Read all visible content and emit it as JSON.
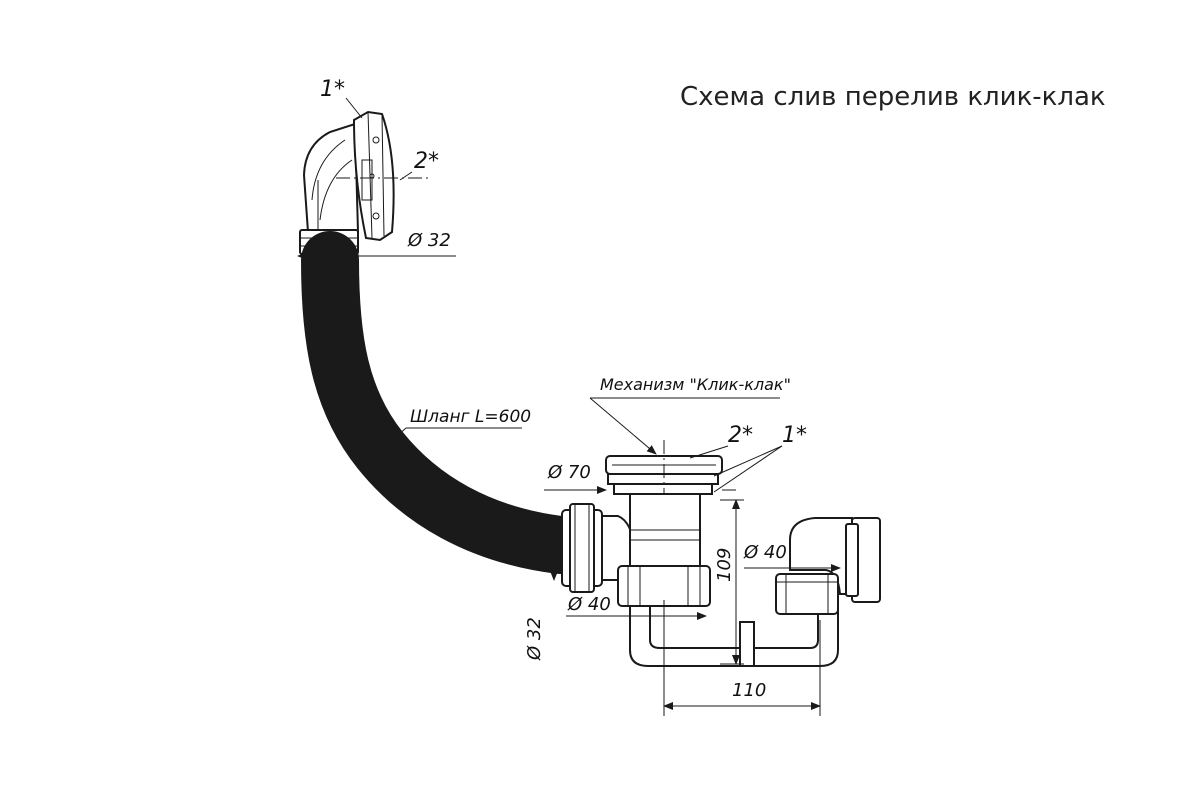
{
  "title": "Схема слив перелив клик-клак",
  "labels": {
    "overflow_callout_1": "1*",
    "overflow_callout_2": "2*",
    "overflow_diameter": "Ø 32",
    "hose": "Шланг L=600",
    "mechanism": "Механизм \"Клик-клак\"",
    "drain_callout_2": "2*",
    "drain_callout_1": "1*",
    "drain_diameter": "Ø 70",
    "outlet_diameter": "Ø 40",
    "hose_diameter": "Ø 32",
    "trap_diameter": "Ø 40",
    "height": "109",
    "width": "110"
  },
  "colors": {
    "line": "#1a1a1a",
    "text": "#222222",
    "background": "#ffffff"
  }
}
